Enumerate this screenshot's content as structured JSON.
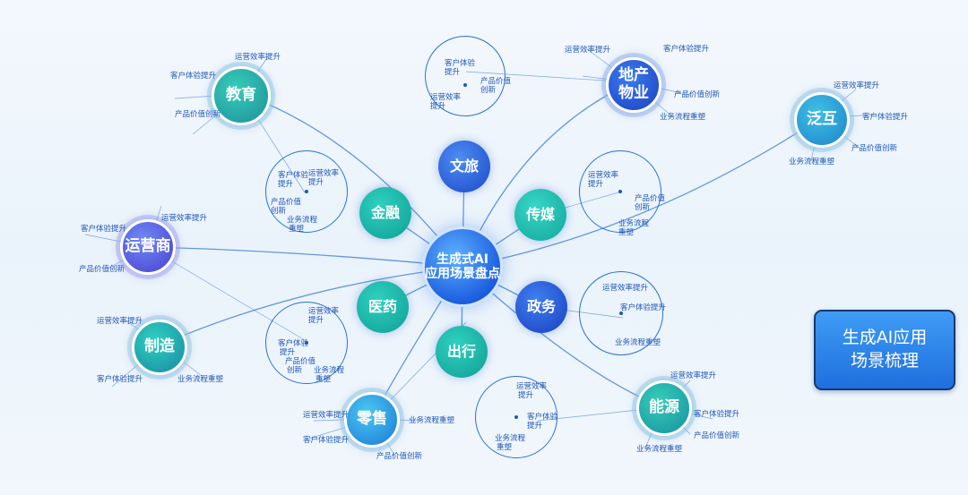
{
  "hub": {
    "line1": "生成式AI",
    "line2": "应用场景盘点"
  },
  "sectors": {
    "wenlv": "文旅",
    "jinrong": "金融",
    "chuanmei": "传媒",
    "yiyao": "医药",
    "zhengwu": "政务",
    "chuxing": "出行"
  },
  "industries": {
    "jiaoyu": "教育",
    "yunyingshang": "运营商",
    "zhizao": "制造",
    "lingshou": "零售",
    "nengyuan": "能源",
    "dichan_line1": "地产",
    "dichan_line2": "物业",
    "fanhu": "泛互"
  },
  "branches": {
    "yunying": "运营效率提升",
    "kehu": "客户体验提升",
    "jiazhi": "产品价值创新",
    "liucheng": "业务流程重塑",
    "kehu_short1": "客户体验",
    "kehu_short2": "提升",
    "yunying_short1": "运营效率",
    "yunying_short2": "提升",
    "jiazhi_short1": "产品价值",
    "jiazhi_short2": "创新",
    "liucheng_short1": "业务流程",
    "liucheng_short2": "重塑"
  },
  "summary": {
    "line1": "生成AI应用",
    "line2": "场景梳理"
  },
  "colors": {
    "hub": "#1d5fe0",
    "link": "#2a6fd8",
    "sector_blue": "#1f5fe0",
    "sector_teal": "#16b2a6",
    "summary_bg": "#2f86ee",
    "summary_border": "#17386e"
  }
}
